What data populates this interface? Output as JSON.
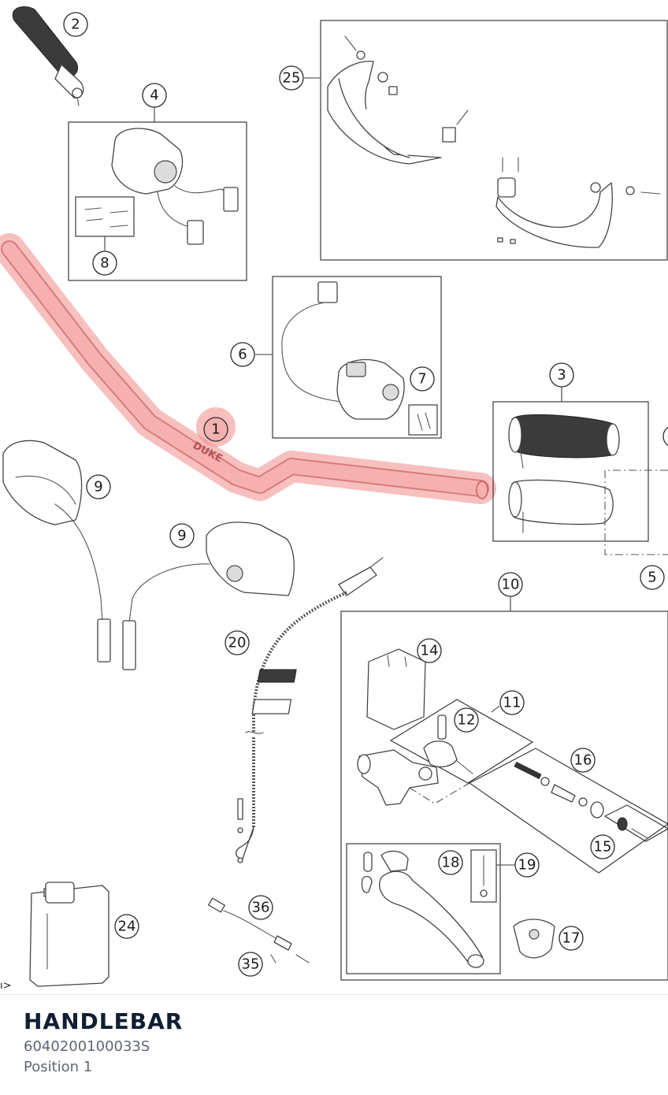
{
  "diagram": {
    "callouts": {
      "c1": "1",
      "c2": "2",
      "c3": "3",
      "c4": "4",
      "c5": "5",
      "c6": "6",
      "c7": "7",
      "c8": "8",
      "c9a": "9",
      "c9b": "9",
      "c10": "10",
      "c11": "11",
      "c12": "12",
      "c14": "14",
      "c15": "15",
      "c16": "16",
      "c17": "17",
      "c18": "18",
      "c19": "19",
      "c20": "20",
      "c24": "24",
      "c25": "25",
      "c35": "35",
      "c36": "36"
    },
    "highlight_color": "#f28b8b",
    "handlebar_stamp": "DUKE",
    "edge_mark": "ı>"
  },
  "part": {
    "title": "HANDLEBAR",
    "number": "6040200100033S",
    "position": "Position 1"
  }
}
